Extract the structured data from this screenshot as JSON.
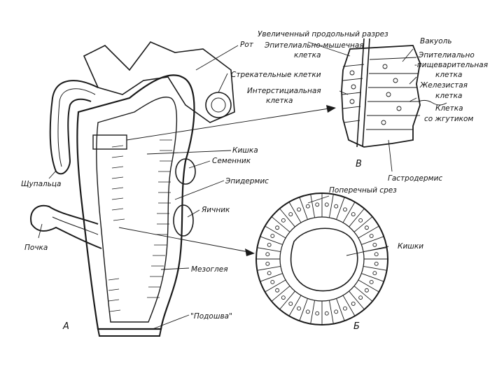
{
  "figure": {
    "panel_labels": {
      "a": "А",
      "b": "Б",
      "v": "В"
    },
    "labels": {
      "mouth": "Рот",
      "stinging_cells": "Стрекательные клетки",
      "intestine": "Кишка",
      "testis": "Семенник",
      "tentacles": "Щупальца",
      "epidermis": "Эпидермис",
      "ovary": "Яичник",
      "bud": "Почка",
      "mesoglea": "Мезоглея",
      "sole": "\"Подошва\"",
      "longitudinal_section": "Увеличенный продольный разрез",
      "epithelial_muscle_cell_1": "Эпителиально-мышечная",
      "epithelial_muscle_cell_2": "клетка",
      "vacuole": "Вакуоль",
      "epithelial_digestive_1": "Эпителиально",
      "epithelial_digestive_2": "-пищеварительная",
      "epithelial_digestive_3": "клетка",
      "interstitial_1": "Интерстициальная",
      "interstitial_2": "клетка",
      "glandular_1": "Железистая",
      "glandular_2": "клетка",
      "flagellum_cell_1": "Клетка",
      "flagellum_cell_2": "со жгутиком",
      "gastrodermis": "Гастродермис",
      "cross_section": "Поперечный срез",
      "intestines": "Кишки"
    }
  }
}
